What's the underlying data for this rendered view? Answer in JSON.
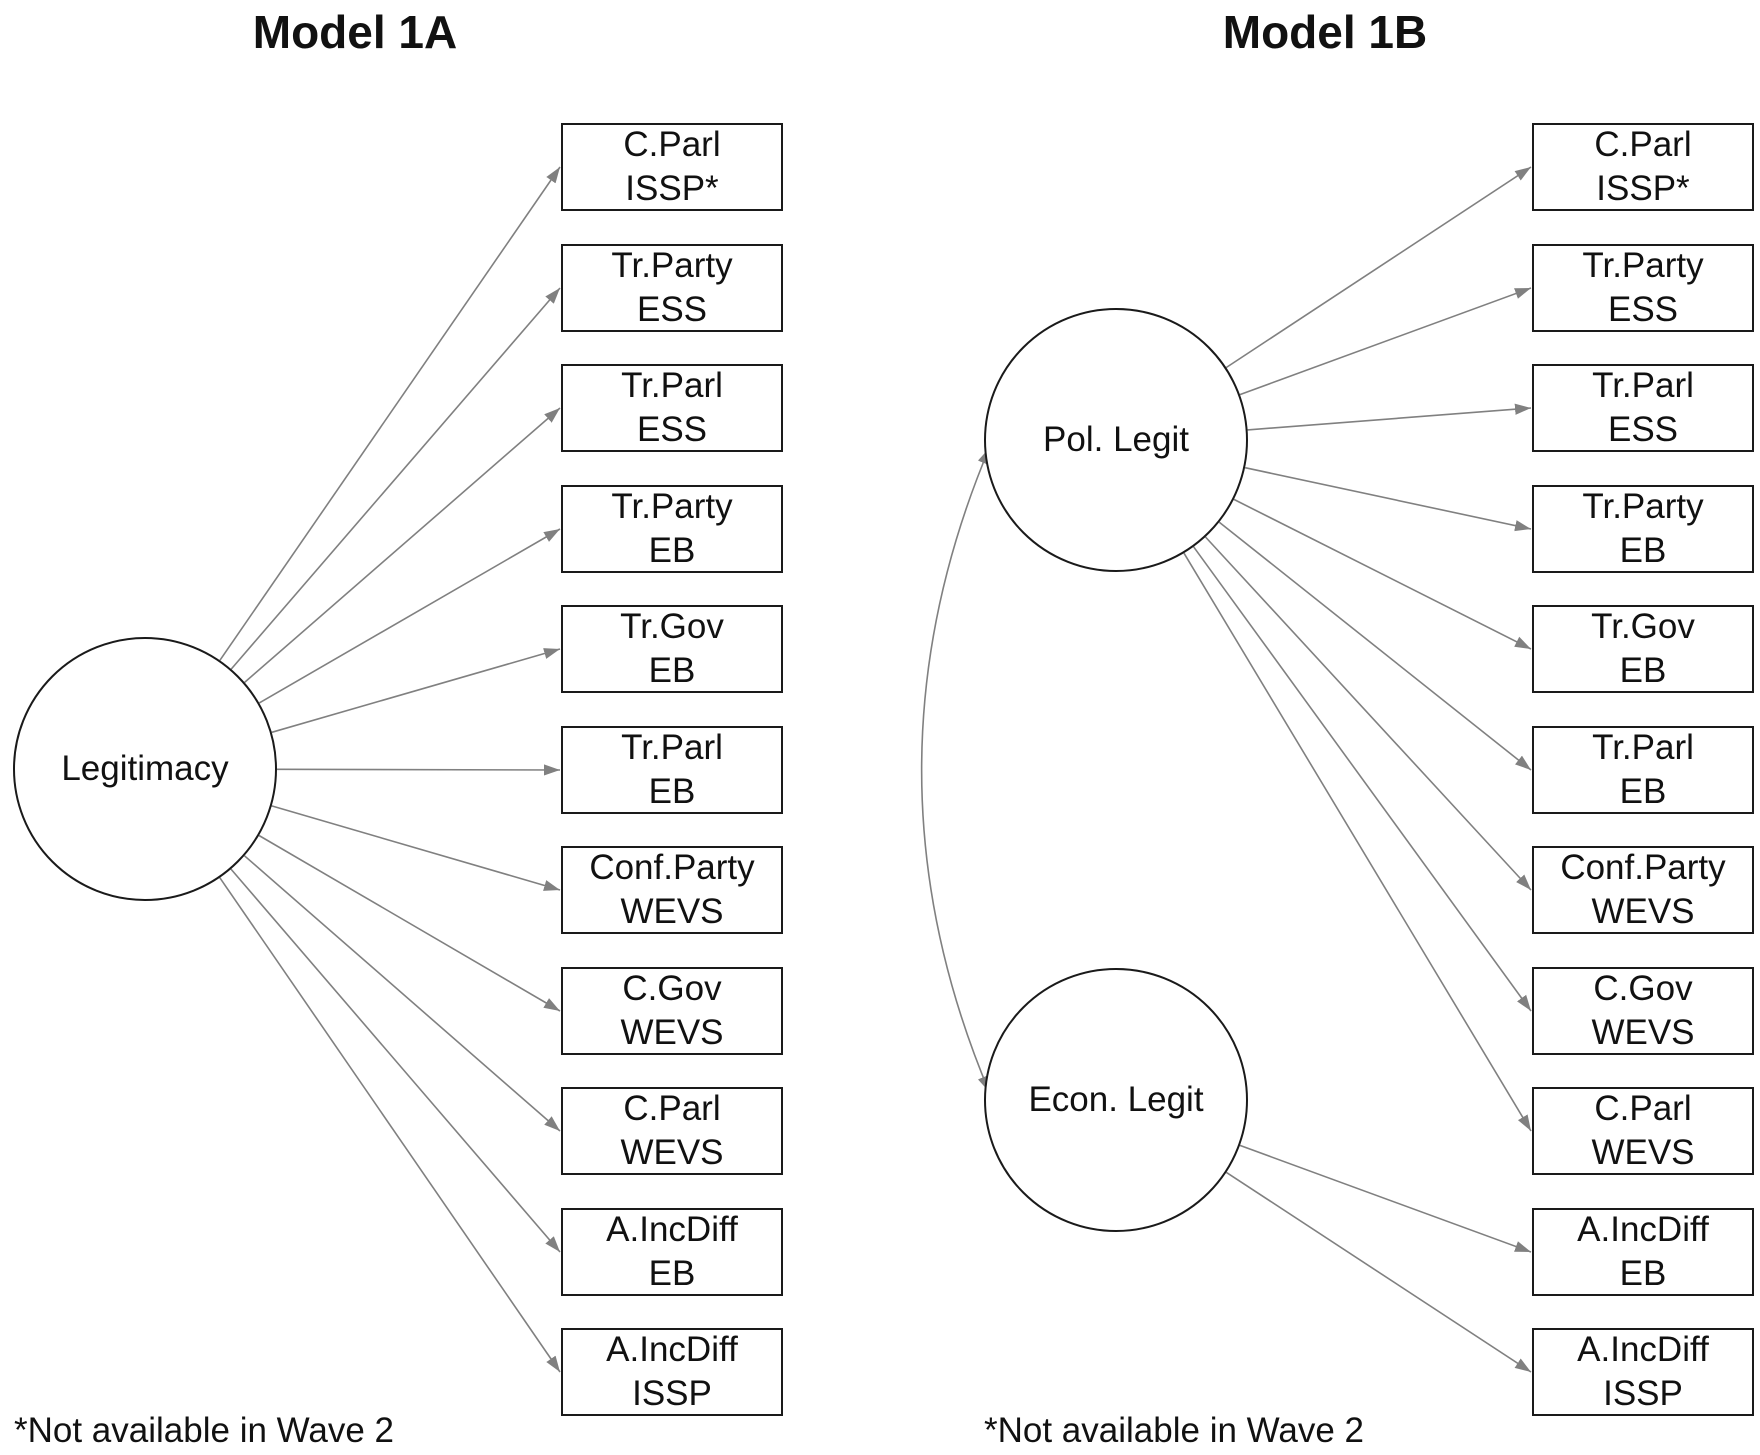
{
  "colors": {
    "arrow": "#808080",
    "border": "#1a1a1a",
    "text": "#111111"
  },
  "panels": [
    {
      "title": "Model 1A",
      "footnote": "*Not available in Wave 2",
      "latents": [
        {
          "id": "leg",
          "label": "Legitimacy"
        }
      ],
      "indicators": [
        {
          "line1": "C.Parl",
          "line2": "ISSP*"
        },
        {
          "line1": "Tr.Party",
          "line2": "ESS"
        },
        {
          "line1": "Tr.Parl",
          "line2": "ESS"
        },
        {
          "line1": "Tr.Party",
          "line2": "EB"
        },
        {
          "line1": "Tr.Gov",
          "line2": "EB"
        },
        {
          "line1": "Tr.Parl",
          "line2": "EB"
        },
        {
          "line1": "Conf.Party",
          "line2": "WEVS"
        },
        {
          "line1": "C.Gov",
          "line2": "WEVS"
        },
        {
          "line1": "C.Parl",
          "line2": "WEVS"
        },
        {
          "line1": "A.IncDiff",
          "line2": "EB"
        },
        {
          "line1": "A.IncDiff",
          "line2": "ISSP"
        }
      ],
      "loadings": [
        {
          "from": "leg",
          "to": [
            0,
            1,
            2,
            3,
            4,
            5,
            6,
            7,
            8,
            9,
            10
          ]
        }
      ],
      "covariance": []
    },
    {
      "title": "Model 1B",
      "footnote": "*Not available in Wave 2",
      "latents": [
        {
          "id": "pol",
          "label": "Pol. Legit"
        },
        {
          "id": "econ",
          "label": "Econ. Legit"
        }
      ],
      "indicators": [
        {
          "line1": "C.Parl",
          "line2": "ISSP*"
        },
        {
          "line1": "Tr.Party",
          "line2": "ESS"
        },
        {
          "line1": "Tr.Parl",
          "line2": "ESS"
        },
        {
          "line1": "Tr.Party",
          "line2": "EB"
        },
        {
          "line1": "Tr.Gov",
          "line2": "EB"
        },
        {
          "line1": "Tr.Parl",
          "line2": "EB"
        },
        {
          "line1": "Conf.Party",
          "line2": "WEVS"
        },
        {
          "line1": "C.Gov",
          "line2": "WEVS"
        },
        {
          "line1": "C.Parl",
          "line2": "WEVS"
        },
        {
          "line1": "A.IncDiff",
          "line2": "EB"
        },
        {
          "line1": "A.IncDiff",
          "line2": "ISSP"
        }
      ],
      "loadings": [
        {
          "from": "pol",
          "to": [
            0,
            1,
            2,
            3,
            4,
            5,
            6,
            7,
            8
          ]
        },
        {
          "from": "econ",
          "to": [
            9,
            10
          ]
        }
      ],
      "covariance": [
        {
          "a": "pol",
          "b": "econ"
        }
      ]
    }
  ]
}
